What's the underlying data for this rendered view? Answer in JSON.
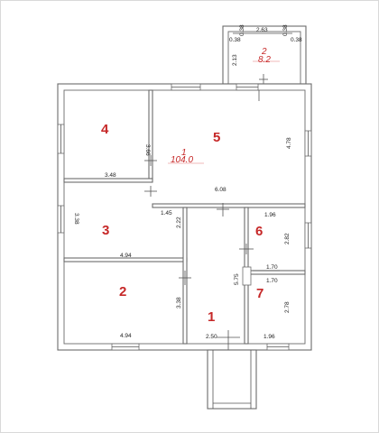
{
  "floor_plan": {
    "rooms": [
      {
        "number": "4",
        "label_color": "#c62828"
      },
      {
        "number": "5",
        "label_color": "#c62828"
      },
      {
        "number": "3",
        "label_color": "#c62828"
      },
      {
        "number": "2",
        "label_color": "#c62828"
      },
      {
        "number": "1",
        "label_color": "#c62828"
      },
      {
        "number": "6",
        "label_color": "#c62828"
      },
      {
        "number": "7",
        "label_color": "#c62828"
      }
    ],
    "house_area": {
      "index": "1",
      "value": "104.0"
    },
    "annex_area": {
      "index": "2",
      "value": "8.2"
    },
    "dimensions": {
      "annex_width": "2.63",
      "annex_depth": "2.13",
      "annex_wall_1": "0.38",
      "annex_wall_2": "0.38",
      "annex_wall_3": "0.38",
      "annex_wall_4": "0.38",
      "room4_height": "3.66",
      "room4_width": "3.48",
      "room5_height": "4.78",
      "room5_width": "6.08",
      "room3_height": "3.38",
      "room3_offset": "1.45",
      "room3_side": "2.22",
      "room3_width": "4.94",
      "room6_width": "1.96",
      "room6_height": "2.82",
      "corridor_length": "5.75",
      "room7_width_top": "1.70",
      "room7_width_bottom": "1.70",
      "room7_height": "2.78",
      "room2_height": "3.38",
      "room2_width": "4.94",
      "room1_width": "2.50",
      "bottom_right_width": "1.96"
    },
    "line_color": "#6b6b6b",
    "label_color": "#c62828"
  }
}
